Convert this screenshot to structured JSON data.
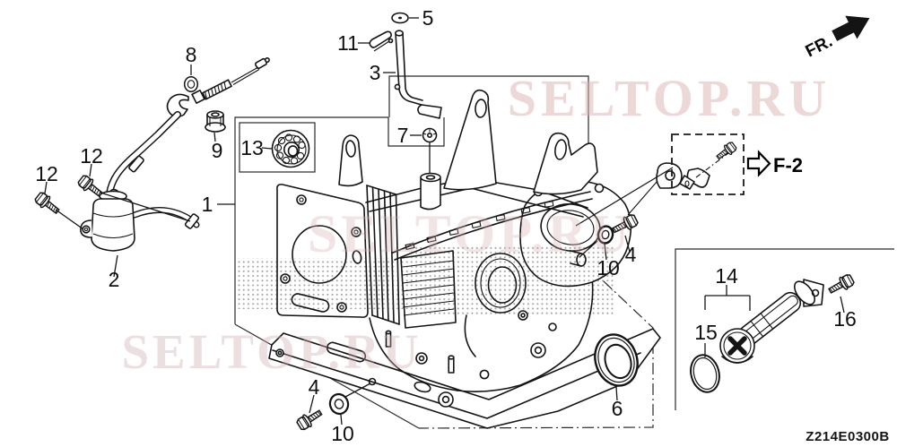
{
  "watermark": {
    "text": "SELTOP.RU"
  },
  "fr": {
    "label": "FR."
  },
  "f2": {
    "label": "F-2"
  },
  "part_code": "Z214E0300B",
  "callouts": [
    "1",
    "2",
    "3",
    "4",
    "4",
    "5",
    "6",
    "7",
    "8",
    "9",
    "10",
    "10",
    "11",
    "12",
    "12",
    "13",
    "14",
    "15",
    "16"
  ],
  "colors": {
    "line": "#141414",
    "watermark_pink": "#dbb2b2",
    "background": "#ffffff"
  }
}
